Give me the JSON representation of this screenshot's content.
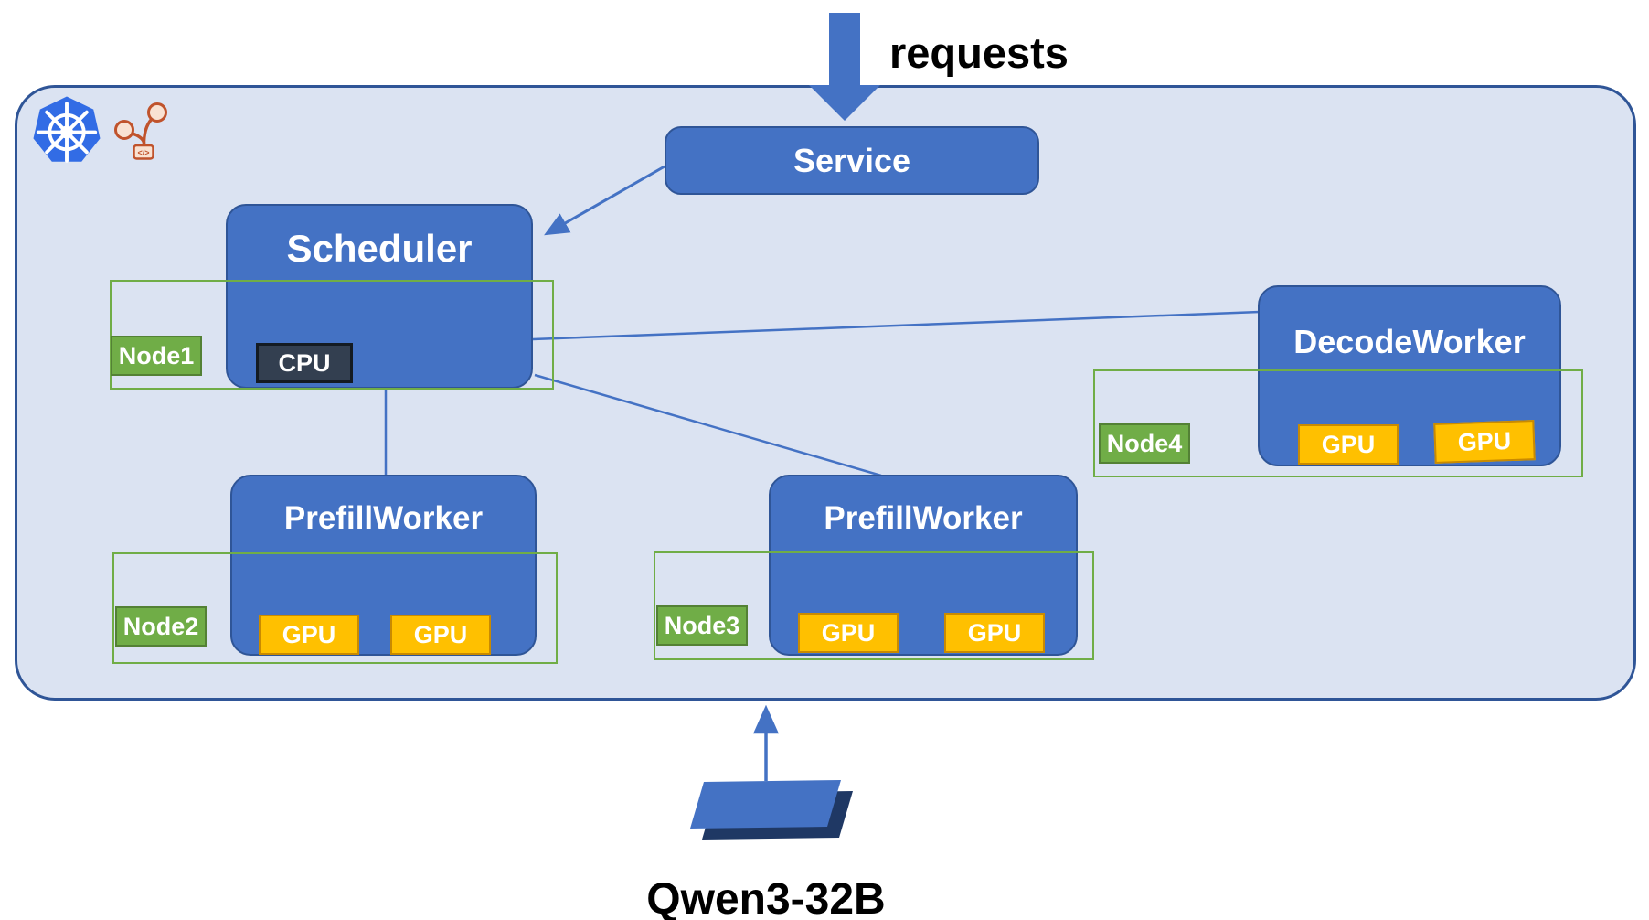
{
  "requests": {
    "label": "requests"
  },
  "model": {
    "label": "Qwen3-32B"
  },
  "cluster": {
    "icons": {
      "kubernetes": "kubernetes-logo",
      "graph": "service-graph"
    },
    "service": {
      "label": "Service"
    },
    "scheduler": {
      "label": "Scheduler",
      "chip": "CPU"
    },
    "nodes": [
      {
        "label": "Node1"
      },
      {
        "label": "Node2"
      },
      {
        "label": "Node3"
      },
      {
        "label": "Node4"
      }
    ],
    "workers": [
      {
        "label": "PrefillWorker",
        "chips": [
          "GPU",
          "GPU"
        ]
      },
      {
        "label": "PrefillWorker",
        "chips": [
          "GPU",
          "GPU"
        ]
      },
      {
        "label": "DecodeWorker",
        "chips": [
          "GPU",
          "GPU"
        ]
      }
    ]
  },
  "colors": {
    "box_blue": "#4472C4",
    "box_border": "#2F5597",
    "cluster_fill": "#DBE3F2",
    "cluster_border": "#2F5597",
    "node_green": "#70AD47",
    "node_green_border": "#538135",
    "gpu_yellow": "#FFC000",
    "gpu_border": "#C98A00",
    "cpu_dark": "#333F50",
    "cpu_border": "#141B22",
    "connector_blue": "#4472C4",
    "kubernetes_blue": "#326CE5",
    "graph_orange": "#C0532C",
    "graph_peach": "#F9E2D2",
    "model_dark": "#1F3864",
    "text_black": "#000000"
  }
}
